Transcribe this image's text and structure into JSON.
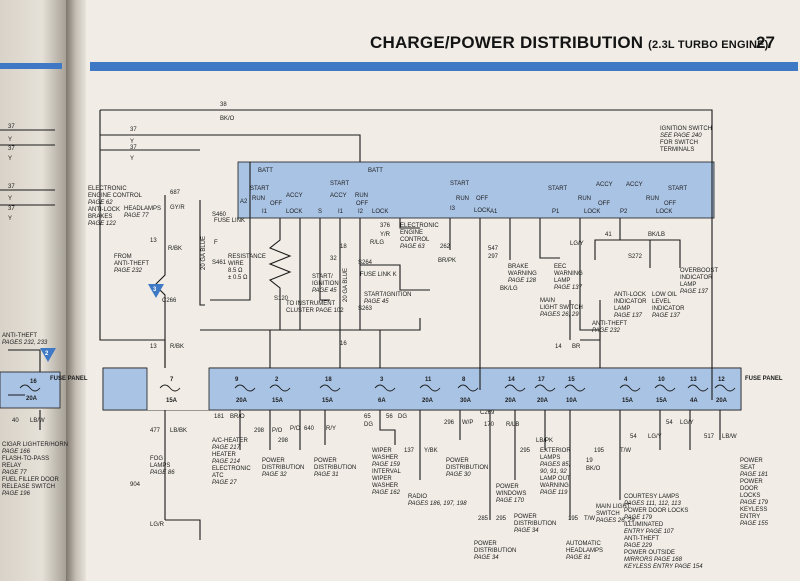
{
  "header": {
    "title": "CHARGE/POWER DISTRIBUTION",
    "subtitle": "(2.3L TURBO ENGINE)",
    "page_number": "27"
  },
  "colors": {
    "blue_band": "#a9c3e4",
    "blue_rule": "#3f79c5",
    "wire": "#1a1a1a",
    "paper": "#f1ede6"
  },
  "left_page": {
    "wire_labels": [
      "37",
      "Y",
      "37",
      "Y",
      "37",
      "Y",
      "37",
      "Y",
      "40",
      "LB/W"
    ],
    "fuse_number": "16",
    "fuse_amps": "20A",
    "fuse_panel": "FUSE PANEL",
    "callout": "2",
    "anti_theft": "ANTI-THEFT",
    "anti_theft_pages": "PAGES 232, 233",
    "notes": [
      "CIGAR LIGHTER/HORN",
      "PAGE 166",
      "FLASH-TO-PASS",
      "RELAY",
      "PAGE 77",
      "FUEL FILLER DOOR",
      "RELEASE SWITCH",
      "PAGE 196"
    ]
  },
  "top_wire": {
    "number": "38",
    "color": "BK/O"
  },
  "upper_left_wires": [
    "37",
    "Y",
    "37",
    "Y"
  ],
  "ignition": {
    "note_lines": [
      "IGNITION SWITCH",
      "SEE PAGE 240",
      "FOR SWITCH",
      "TERMINALS"
    ],
    "batt1": "BATT",
    "batt2": "BATT",
    "switches": [
      {
        "terms": [
          "START",
          "RUN",
          "ACCY",
          "OFF",
          "LOCK"
        ],
        "pins": [
          "A2",
          "I1"
        ]
      },
      {
        "terms": [
          "START",
          "ACCY",
          "RUN",
          "OFF",
          "LOCK"
        ],
        "pins": [
          "S",
          "I1",
          "I2"
        ]
      },
      {
        "terms": [
          "START",
          "RUN",
          "OFF",
          "LOCK"
        ],
        "pins": [
          "I3",
          "A1"
        ]
      },
      {
        "terms": [
          "START",
          "ACCY",
          "RUN",
          "OFF",
          "LOCK"
        ],
        "pins": [
          "P1"
        ]
      },
      {
        "terms": [
          "ACCY",
          "START",
          "RUN",
          "OFF",
          "LOCK"
        ],
        "pins": [
          "P2"
        ]
      }
    ],
    "wire_376": "376",
    "wire_376_color": "Y/R",
    "wire_262": "262",
    "wire_262_color": "BR/PK"
  },
  "notes": {
    "ecc": [
      "ELECTRONIC",
      "ENGINE CONTROL",
      "PAGE 62",
      "ANTI-LOCK",
      "BRAKES",
      "PAGE 122"
    ],
    "headlamps": [
      "HEADLAMPS",
      "PAGE 77"
    ],
    "antitheft_left": [
      "FROM",
      "ANTI-THEFT",
      "PAGE 232"
    ],
    "ecc2": [
      "ELECTRONIC",
      "ENGINE",
      "CONTROL",
      "PAGE 63"
    ],
    "resistance": [
      "RESISTANCE",
      "WIRE",
      "8.5 Ω",
      "± 0.5 Ω"
    ],
    "start_ign": [
      "START/",
      "IGNITION",
      "PAGE 45"
    ],
    "instrument": [
      "TO INSTRUMENT",
      "CLUSTER PAGE 102"
    ],
    "start_ign2": [
      "START/IGNITION",
      "PAGE 45"
    ],
    "brake_warn": [
      "BRAKE",
      "WARNING",
      "PAGE 128"
    ],
    "eec_warn": [
      "EEC",
      "WARNING",
      "LAMP",
      "PAGE 137"
    ],
    "antilock_lamp": [
      "ANTI-LOCK",
      "INDICATOR",
      "LAMP",
      "PAGE 137"
    ],
    "low_oil": [
      "LOW OIL",
      "LEVEL",
      "INDICATOR",
      "PAGE 137"
    ],
    "overboost": [
      "OVERBOOST",
      "INDICATOR",
      "LAMP",
      "PAGE 137"
    ],
    "main_light": [
      "MAIN",
      "LIGHT SWITCH",
      "PAGES 26, 29"
    ],
    "anti_theft_r": [
      "ANTI-THEFT",
      "PAGE 232"
    ]
  },
  "fuse_links": [
    {
      "label": "FUSE LINK",
      "sub": "F",
      "gauge": "20 GA BLUE"
    },
    {
      "label": "FUSE LINK K",
      "sub": "",
      "gauge": "20 GA BLUE"
    }
  ],
  "splices": [
    "S460",
    "S461",
    "S120",
    "S264",
    "S263",
    "S272",
    "C266",
    "C266"
  ],
  "wire_tags": {
    "w687": "687",
    "gyr": "GY/R",
    "w13": "13",
    "rbk": "R/BK",
    "w904": "904",
    "lgr": "LG/R",
    "w32": "32",
    "rlg": "R/LG",
    "w297": "297",
    "bklg": "BK/LG",
    "w547": "547",
    "lgy": "LG/Y",
    "w41": "41",
    "bklb": "BK/LB",
    "w14": "14",
    "br": "BR",
    "w16": "16",
    "w18": "18"
  },
  "fuse_panel": {
    "label": "FUSE PANEL",
    "fuses": [
      {
        "n": "7",
        "a": "15A"
      },
      {
        "n": "9",
        "a": "20A"
      },
      {
        "n": "2",
        "a": "15A"
      },
      {
        "n": "18",
        "a": "15A"
      },
      {
        "n": "3",
        "a": "6A"
      },
      {
        "n": "11",
        "a": "20A"
      },
      {
        "n": "8",
        "a": "30A"
      },
      {
        "n": "14",
        "a": "20A"
      },
      {
        "n": "17",
        "a": "20A"
      },
      {
        "n": "15",
        "a": "10A"
      },
      {
        "n": "4",
        "a": "15A"
      },
      {
        "n": "10",
        "a": "15A"
      },
      {
        "n": "13",
        "a": "4A"
      },
      {
        "n": "12",
        "a": "20A"
      }
    ]
  },
  "bottom": {
    "fog": [
      "FOG",
      "LAMPS",
      "PAGE 86"
    ],
    "ac": [
      "A/C-HEATER",
      "PAGE 217",
      "HEATER",
      "PAGE 214",
      "ELECTRONIC",
      "ATC",
      "PAGE 27"
    ],
    "pd32": [
      "POWER",
      "DISTRIBUTION",
      "PAGE 32"
    ],
    "pd31": [
      "POWER",
      "DISTRIBUTION",
      "PAGE 31"
    ],
    "wiper": [
      "WIPER",
      "WASHER",
      "PAGE 159",
      "INTERVAL",
      "WIPER",
      "WASHER",
      "PAGE 162"
    ],
    "radio": [
      "RADIO",
      "PAGES 186, 197, 198"
    ],
    "pd30": [
      "POWER",
      "DISTRIBUTION",
      "PAGE 30"
    ],
    "windows": [
      "POWER",
      "WINDOWS",
      "PAGE 170"
    ],
    "pd34a": [
      "POWER",
      "DISTRIBUTION",
      "PAGE 34"
    ],
    "pd34b": [
      "POWER",
      "DISTRIBUTION",
      "PAGE 34"
    ],
    "exterior": [
      "EXTERIOR",
      "LAMPS",
      "PAGES 85,",
      "90, 91, 92",
      "LAMP OUT",
      "WARNING",
      "PAGE 119"
    ],
    "auto_head": [
      "AUTOMATIC",
      "HEADLAMPS",
      "PAGE 81"
    ],
    "main_ls": [
      "MAIN LIGHT",
      "SWITCH",
      "PAGES 26, 29"
    ],
    "courtesy": [
      "COURTESY LAMPS",
      "PAGES 111, 112, 113",
      "POWER DOOR LOCKS",
      "PAGE 179",
      "ILLUMINATED",
      "ENTRY PAGE 107",
      "ANTI-THEFT",
      "PAGE 229",
      "POWER OUTSIDE",
      "MIRRORS PAGE 168",
      "KEYLESS ENTRY PAGE 154"
    ],
    "seat": [
      "POWER",
      "SEAT",
      "PAGE 181",
      "POWER",
      "DOOR",
      "LOCKS",
      "PAGE 179",
      "KEYLESS",
      "ENTRY",
      "PAGE 155"
    ],
    "wires": {
      "w13": "13",
      "rbk": "R/BK",
      "w477": "477",
      "lbbk": "LB/BK",
      "w181": "181",
      "bro": "BR/O",
      "w298a": "298",
      "po1": "P/O",
      "w298b": "298",
      "po2": "P/O",
      "w640": "640",
      "ry": "R/Y",
      "w65": "65",
      "dg1": "DG",
      "w56": "56",
      "dg2": "DG",
      "w137": "137",
      "ybk": "Y/BK",
      "w296": "296",
      "wp": "W/P",
      "c269": "C269",
      "w170": "170",
      "rlb": "R/LB",
      "w295": "295",
      "w285": "285",
      "w295b": "295",
      "lbpk": "LB/PK",
      "w195": "195",
      "tw": "T/W",
      "w54a": "54",
      "lgy1": "LG/Y",
      "w54b": "54",
      "lgy2": "LG/Y",
      "w517": "517",
      "lbw": "LB/W",
      "w40": "40",
      "lbw2": "LB/W",
      "w904": "904",
      "lgr": "LG/R",
      "w19": "19",
      "bko": "BK/O",
      "w195b": "195",
      "tw2": "T/W"
    }
  }
}
